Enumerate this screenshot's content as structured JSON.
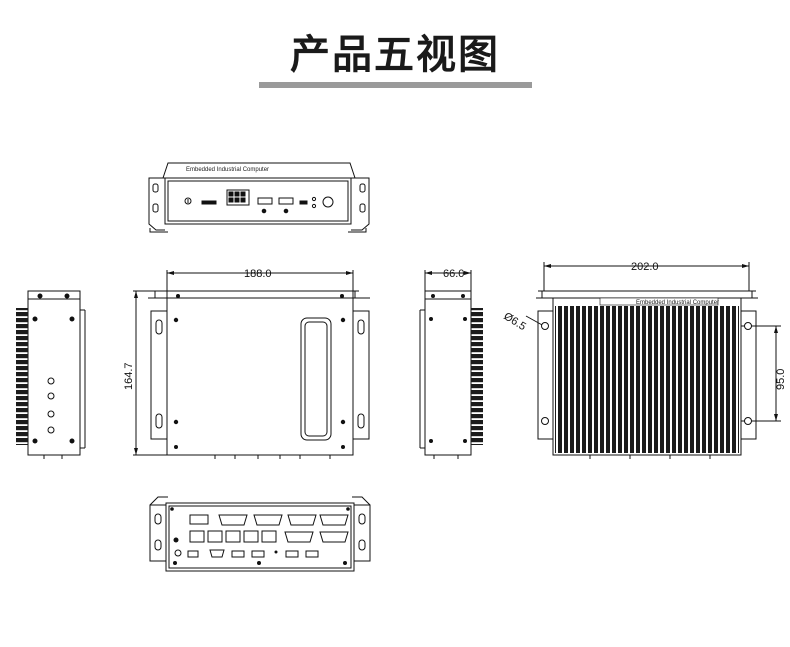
{
  "title": "产品五视图",
  "dimensions": {
    "width_front": "188.0",
    "height_front": "164.7",
    "depth_side": "66.0",
    "width_top": "202.0",
    "hole_diameter": "Ø6.5",
    "mount_spacing": "95.0"
  },
  "labels": {
    "front_panel_brand": "Embedded Industrial Computer",
    "top_panel_brand": "Embedded Industrial Computer"
  },
  "colors": {
    "line": "#111111",
    "fin": "#1c1c1c",
    "underline": "#9a9a9a"
  }
}
